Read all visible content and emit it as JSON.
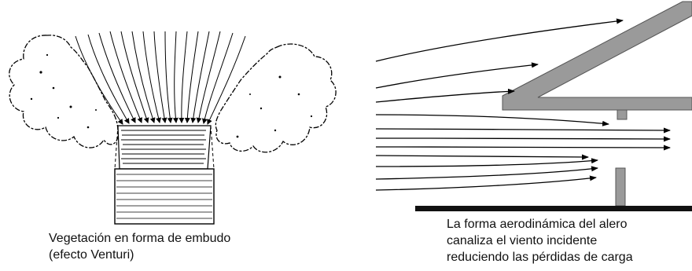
{
  "left_figure": {
    "caption_lines": [
      "Vegetación en forma de embudo",
      "(efecto Venturi)"
    ]
  },
  "right_figure": {
    "caption_lines": [
      "La forma aerodinámica del alero",
      "canaliza el viento incidente",
      "reduciendo las pérdidas de carga"
    ]
  },
  "colors": {
    "ink": "#000000",
    "roof_fill": "#9a9a9a",
    "roof_stroke": "#555555",
    "ground": "#111111"
  }
}
